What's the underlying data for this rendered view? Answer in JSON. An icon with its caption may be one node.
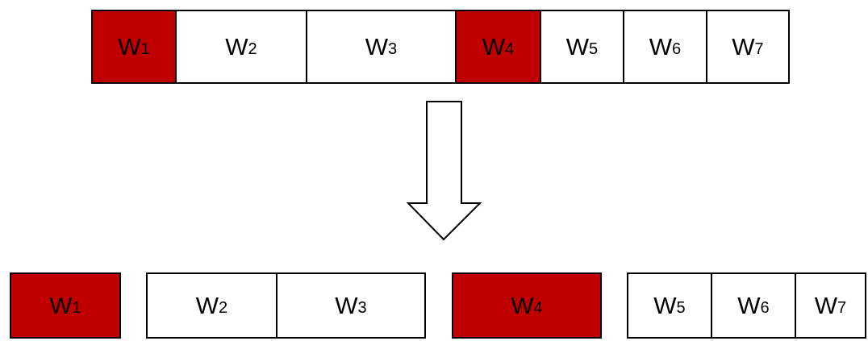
{
  "diagram": {
    "nodes": [
      {
        "text": [
          "W$_{1}$"
        ]
      },
      {
        "text": [
          "W$_{2}$"
        ]
      },
      {
        "text": [
          "W$_{3}$"
        ]
      },
      {
        "text": [
          "W$_{4}$"
        ]
      },
      {
        "text": [
          "W$_{5}$"
        ]
      },
      {
        "text": [
          "W$_{6}$"
        ]
      },
      {
        "text": [
          "W$_{7}$"
        ]
      },
      {
        "text": [
          "W$_{1}$"
        ]
      },
      {
        "text": [
          "W$_{2}$"
        ]
      },
      {
        "text": [
          "W$_{3}$"
        ]
      },
      {
        "text": [
          "W$_{4}$"
        ]
      },
      {
        "text": [
          "W$_{5}$"
        ]
      },
      {
        "text": [
          "W$_{6}$"
        ]
      },
      {
        "text": [
          "W$_{7}$"
        ]
      }
    ]
  }
}
